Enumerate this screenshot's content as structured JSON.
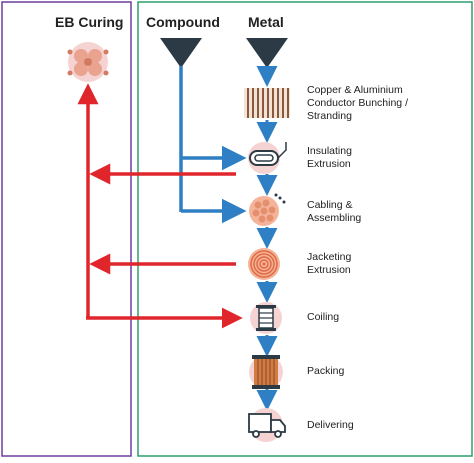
{
  "headers": {
    "eb_curing": "EB Curing",
    "compound": "Compound",
    "metal": "Metal"
  },
  "steps": [
    {
      "id": "stranding",
      "label": "Copper & Aluminium\nConductor Bunching /\nStranding",
      "icon": "conductor-bundle-icon"
    },
    {
      "id": "insulating",
      "label": "Insulating\nExtrusion",
      "icon": "extruder-icon"
    },
    {
      "id": "cabling",
      "label": "Cabling &\nAssembling",
      "icon": "cable-cross-section-icon"
    },
    {
      "id": "jacketing",
      "label": "Jacketing\nExtrusion",
      "icon": "jacketed-cable-icon"
    },
    {
      "id": "coiling",
      "label": "Coiling",
      "icon": "coil-spool-icon"
    },
    {
      "id": "packing",
      "label": "Packing",
      "icon": "packed-drum-icon"
    },
    {
      "id": "delivering",
      "label": "Delivering",
      "icon": "delivery-truck-icon"
    }
  ],
  "colors": {
    "eb_panel_border": "#6b3fa0",
    "process_panel_border": "#2e9e6b",
    "flow_blue": "#2f7fc4",
    "flow_red": "#e0252b",
    "icon_circle": "#f6d3d3",
    "icon_brown": "#8a5a3c",
    "funnel": "#2b3a44"
  }
}
